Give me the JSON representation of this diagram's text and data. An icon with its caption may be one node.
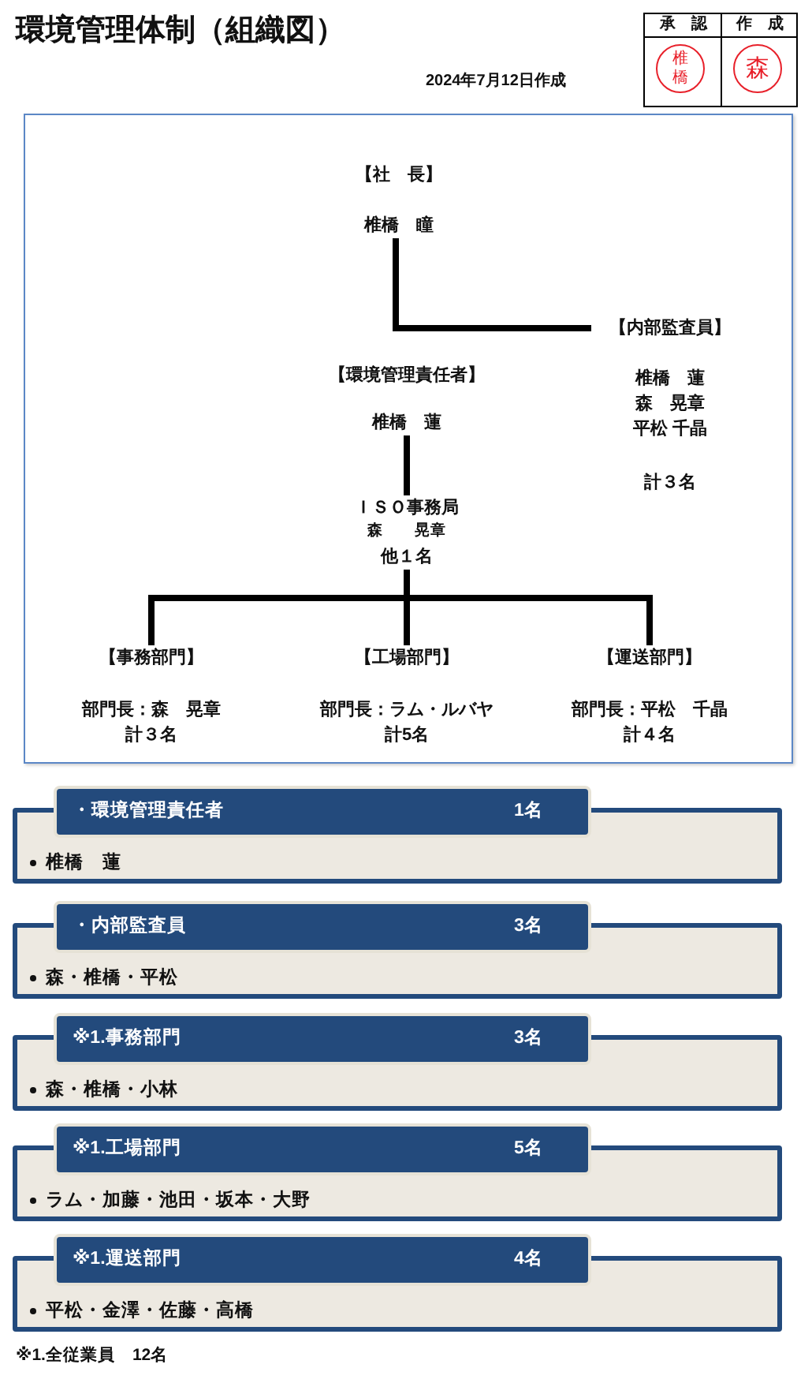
{
  "diagram": {
    "title": "環境管理体制（組織図）",
    "nodes": [
      {
        "text": [
          "椎橋"
        ]
      },
      {
        "text": [
          "森"
        ]
      },
      {
        "text": [
          "【社　長】",
          "椎橋　瞳"
        ]
      },
      {
        "text": [
          "【内部監査員】",
          "椎橋　蓮",
          "森　晃章",
          "平松 千晶",
          "計３名"
        ]
      },
      {
        "text": [
          "【環境管理責任者】",
          "椎橋　蓮"
        ]
      },
      {
        "text": [
          "ＩＳＯ事務局",
          "森　　晃章",
          "他１名"
        ]
      },
      {
        "text": [
          "【事務部門】",
          "部門長：森　晃章",
          "計３名"
        ]
      },
      {
        "text": [
          "【工場部門】",
          "部門長：ラム・ルバヤ",
          "計5名"
        ]
      },
      {
        "text": [
          "【運送部門】",
          "部門長：平松　千晶",
          "計４名"
        ]
      },
      {
        "text": [
          "・環境管理責任者",
          "1名",
          "椎橋　蓮"
        ]
      },
      {
        "text": [
          "・内部監査員",
          "3名",
          "森・椎橋・平松"
        ]
      },
      {
        "text": [
          "※1.事務部門",
          "3名",
          "森・椎橋・小林"
        ]
      },
      {
        "text": [
          "※1.工場部門",
          "5名",
          "ラム・加藤・池田・坂本・大野"
        ]
      },
      {
        "text": [
          "※1.運送部門",
          "4名",
          "平松・金澤・佐藤・高橋"
        ]
      }
    ],
    "edges": [
      {
        "from": 2,
        "to": 3,
        "arrow": "none"
      },
      {
        "from": 4,
        "to": 5,
        "arrow": "none"
      },
      {
        "from": 5,
        "to": 6,
        "arrow": "none"
      },
      {
        "from": 5,
        "to": 7,
        "arrow": "none"
      },
      {
        "from": 5,
        "to": 8,
        "arrow": "none"
      }
    ],
    "labels": [
      "承　認",
      "作　成",
      "2024年7月12日作成",
      "※1.全従業員　12名"
    ]
  }
}
